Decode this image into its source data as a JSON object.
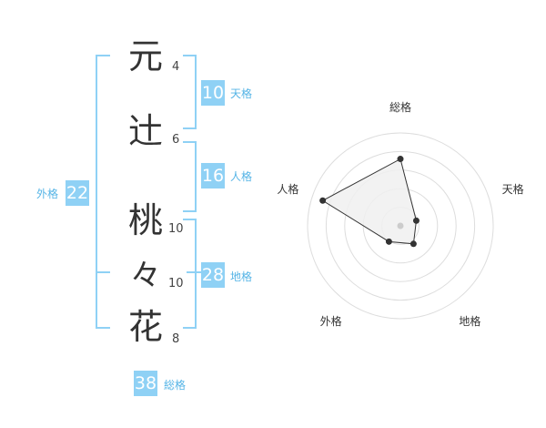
{
  "characters": [
    {
      "char": "元",
      "strokes": "4"
    },
    {
      "char": "辻",
      "strokes": "6"
    },
    {
      "char": "桃",
      "strokes": "10"
    },
    {
      "char": "々",
      "strokes": "10"
    },
    {
      "char": "花",
      "strokes": "8"
    }
  ],
  "kaku": {
    "tenkaku": {
      "value": "10",
      "label": "天格"
    },
    "jinkaku": {
      "value": "16",
      "label": "人格"
    },
    "chikaku": {
      "value": "28",
      "label": "地格"
    },
    "gaikaku": {
      "value": "22",
      "label": "外格"
    },
    "soukaku": {
      "value": "38",
      "label": "総格"
    }
  },
  "radar": {
    "axes": [
      "総格",
      "天格",
      "地格",
      "外格",
      "人格"
    ],
    "levels": 5,
    "values": [
      3.6,
      0.9,
      1.2,
      1.05,
      4.4
    ],
    "color": "#333333",
    "fill": "#f0f0f0"
  },
  "accent_color": "#8fd1f5"
}
